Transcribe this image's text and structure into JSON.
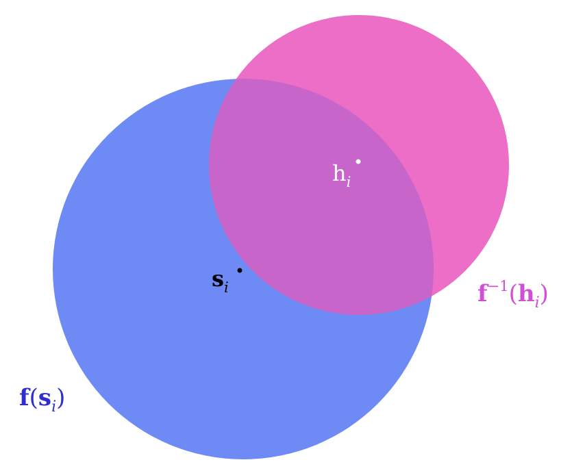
{
  "colors": {
    "blue_circle": "#6E8BF5",
    "pink_circle": "#EC6EC6",
    "overlap": "#C765CA",
    "blue_label": "#2E2ECF",
    "pink_label": "#D04FD6",
    "point_dark": "#000000",
    "point_light": "#ffffff"
  },
  "circles": [
    {
      "name": "blue-circle",
      "label": {
        "func": "f",
        "open": "(",
        "var": "s",
        "sub": "i",
        "close": ")"
      }
    },
    {
      "name": "pink-circle",
      "label": {
        "func": "f",
        "sup": "−1",
        "open": "(",
        "var": "h",
        "sub": "i",
        "close": ")"
      }
    }
  ],
  "points": [
    {
      "name": "point-s",
      "var": "s",
      "sub": "i"
    },
    {
      "name": "point-h",
      "var": "h",
      "sub": "i"
    }
  ]
}
